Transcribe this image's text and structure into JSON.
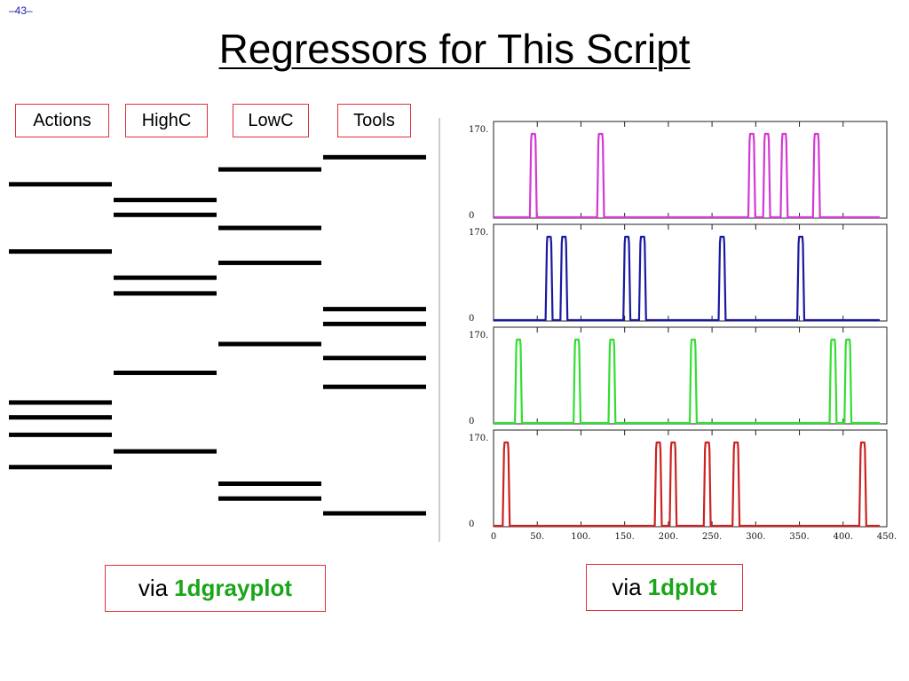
{
  "page_number": "–43–",
  "title": "Regressors for This Script",
  "columns": [
    "Actions",
    "HighC",
    "LowC",
    "Tools"
  ],
  "captions": {
    "left_prefix": "via",
    "left_name": "1dgrayplot",
    "right_prefix": "via",
    "right_name": "1dplot"
  },
  "colors": {
    "label_border": "#e0303c",
    "caption_highlight": "#1aa51a",
    "series": [
      "#d23ad2",
      "#1a1aa0",
      "#33dd33",
      "#cc2222"
    ]
  },
  "chart_data": {
    "type": "line",
    "x_range": [
      0,
      450
    ],
    "x_ticks": [
      "0",
      "50.",
      "100.",
      "150.",
      "200.",
      "250.",
      "300.",
      "350.",
      "400.",
      "450."
    ],
    "y_range": [
      0,
      170
    ],
    "y_tick_labels": [
      "0",
      "170."
    ],
    "block_duration": 5,
    "series": [
      {
        "onsets": [
          43,
          120,
          293,
          310,
          330,
          367
        ]
      },
      {
        "onsets": [
          61,
          78,
          150,
          168,
          259,
          349
        ]
      },
      {
        "onsets": [
          26,
          93,
          133,
          226,
          386,
          403
        ]
      },
      {
        "onsets": [
          12,
          186,
          203,
          242,
          275,
          420
        ]
      }
    ]
  }
}
